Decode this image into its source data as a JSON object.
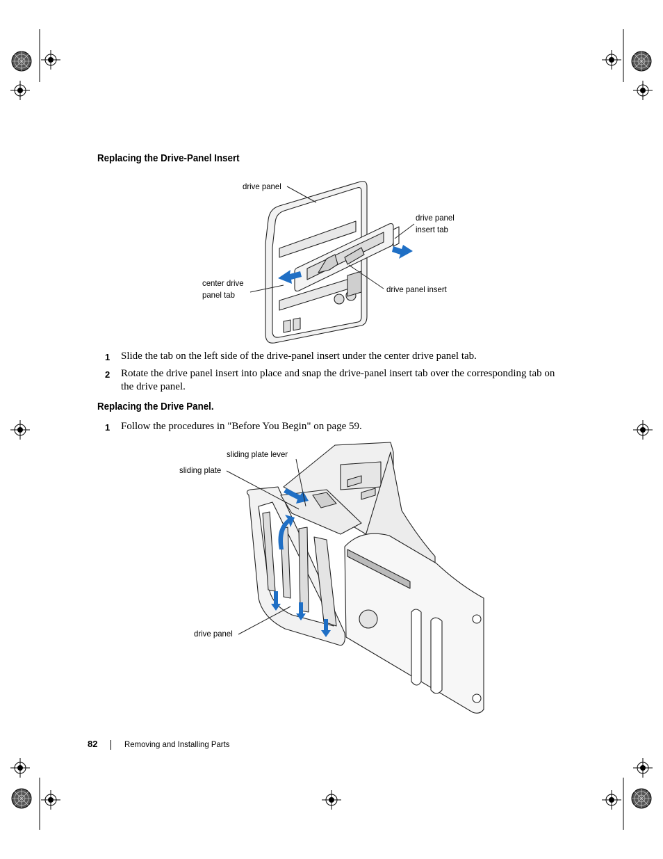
{
  "section1": {
    "heading": "Replacing the Drive-Panel Insert",
    "figure": {
      "callouts": {
        "drive_panel": "drive panel",
        "drive_panel_insert_tab": "drive panel\ninsert tab",
        "center_drive_panel_tab": "center drive\npanel tab",
        "drive_panel_insert": "drive panel insert"
      }
    },
    "steps": [
      {
        "num": "1",
        "text": "Slide the tab on the left side of the drive-panel insert under the center drive panel tab."
      },
      {
        "num": "2",
        "text": "Rotate the drive panel insert into place and snap the drive-panel insert tab over the corresponding tab on the drive panel."
      }
    ]
  },
  "section2": {
    "heading": "Replacing the Drive Panel.",
    "steps": [
      {
        "num": "1",
        "text": "Follow the procedures in \"Before You Begin\" on page 59."
      }
    ],
    "figure": {
      "callouts": {
        "sliding_plate_lever": "sliding plate lever",
        "sliding_plate": "sliding plate",
        "drive_panel": "drive panel"
      }
    }
  },
  "footer": {
    "page_number": "82",
    "chapter": "Removing and Installing Parts"
  },
  "colors": {
    "arrow_blue": "#1f6fc5",
    "line": "#222222"
  }
}
